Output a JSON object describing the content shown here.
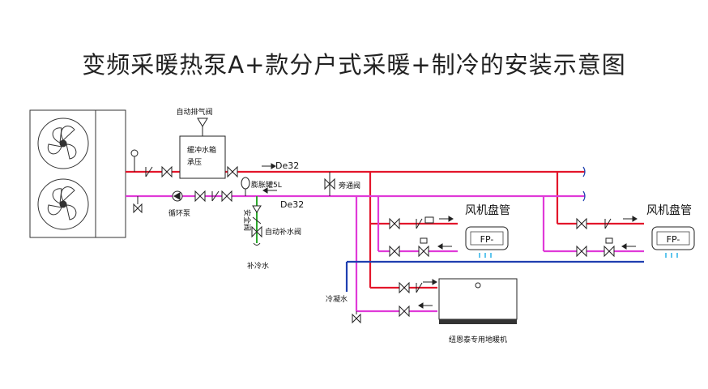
{
  "title": "变频采暖热泵A+款分户式采暖+制冷的安装示意图",
  "labels": {
    "auto_vent_valve": "自动排气阀",
    "buffer_tank_line1": "缓冲水箱",
    "buffer_tank_line2": "承压",
    "pipe_size_supply": "De32",
    "pipe_size_return": "De32",
    "bypass_valve": "旁通阀",
    "circulation_pump": "循环泵",
    "expansion_tank": "膨胀罐5L",
    "safety_valve": "安全阀",
    "auto_refill_valve": "自动补水阀",
    "cold_refill_water": "补冷水",
    "condensate_water": "冷凝水",
    "fan_coil_1": "风机盘管",
    "fan_coil_2": "风机盘管",
    "fan_coil_display_1": "FP-",
    "fan_coil_display_2": "FP-",
    "floor_heater_caption": "纽恩泰专用地暖机"
  },
  "colors": {
    "supply_pipe": "#e3162b",
    "return_pipe": "#e03ad8",
    "condensate_pipe": "#1f3fb0",
    "refill_pipe": "#2ea82e",
    "line": "#222222",
    "fan_coil_air": "#2bb3e8"
  }
}
